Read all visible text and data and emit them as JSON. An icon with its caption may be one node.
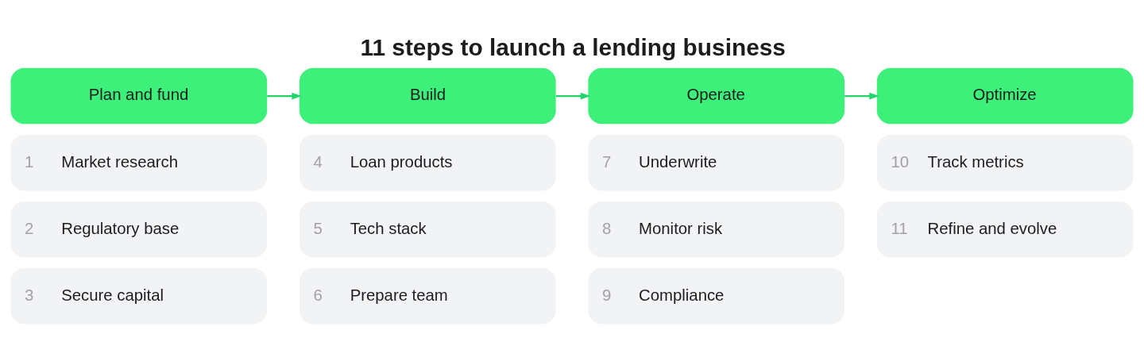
{
  "diagram": {
    "title": "11 steps to launch a lending business",
    "nodes": [
      {
        "text": [
          "Plan and fund"
        ]
      },
      {
        "text": [
          "1",
          "Market research"
        ]
      },
      {
        "text": [
          "2",
          "Regulatory base"
        ]
      },
      {
        "text": [
          "3",
          "Secure capital"
        ]
      },
      {
        "text": [
          "Build"
        ]
      },
      {
        "text": [
          "4",
          "Loan products"
        ]
      },
      {
        "text": [
          "5",
          "Tech stack"
        ]
      },
      {
        "text": [
          "6",
          "Prepare team"
        ]
      },
      {
        "text": [
          "Operate"
        ]
      },
      {
        "text": [
          "7",
          "Underwrite"
        ]
      },
      {
        "text": [
          "8",
          "Monitor risk"
        ]
      },
      {
        "text": [
          "9",
          "Compliance"
        ]
      },
      {
        "text": [
          "Optimize"
        ]
      },
      {
        "text": [
          "10",
          "Track metrics"
        ]
      },
      {
        "text": [
          "11",
          "Refine and evolve"
        ]
      }
    ],
    "edges": [
      {
        "from": 0,
        "to": 4,
        "arrow": "to"
      },
      {
        "from": 4,
        "to": 8,
        "arrow": "to"
      },
      {
        "from": 8,
        "to": 12,
        "arrow": "to"
      }
    ]
  }
}
